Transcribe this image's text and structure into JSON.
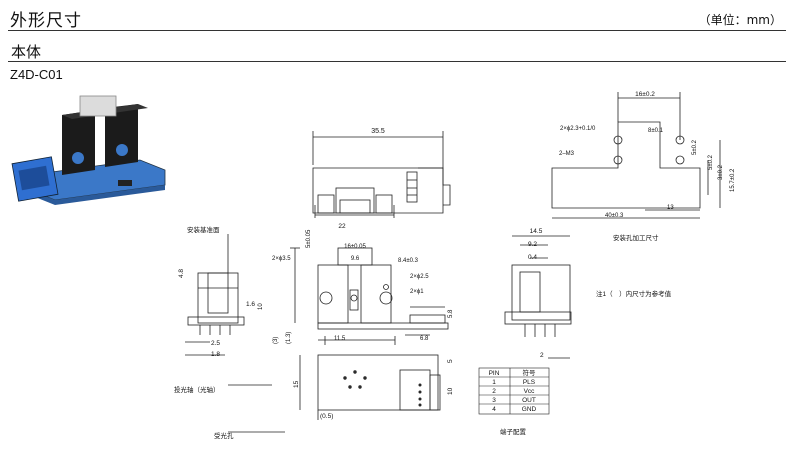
{
  "header": {
    "title": "外形尺寸",
    "unit": "（单位：mm）"
  },
  "section": {
    "title": "本体"
  },
  "model": {
    "name": "Z4D-C01"
  },
  "top_view": {
    "width_dim": "35.5"
  },
  "front_view": {
    "left_dims": [
      "4.8",
      "10",
      "2.5",
      "1.8",
      "(3)",
      "(1.3)",
      "1.6"
    ],
    "top_dims": [
      "2×ϕ3.5",
      "5±0.05",
      "16±0.05",
      "9.6",
      "8.4±0.3",
      "2×ϕ2.5",
      "2×ϕ1",
      "22"
    ],
    "bottom_dims": [
      "11.5",
      "6.8",
      "5.8"
    ],
    "callouts": {
      "mount_ref": "安装基准面",
      "emit_axis": "投光轴（光轴）",
      "recv_hole": "受光孔"
    }
  },
  "side_view": {
    "dims": [
      "14.5",
      "9.2",
      "0.4",
      "2"
    ]
  },
  "bottom_view": {
    "dims": [
      "15",
      "(0.5)",
      "10",
      "5"
    ]
  },
  "mounting": {
    "dims": [
      "16±0.2",
      "2×ϕ2.3+0.1/0",
      "8±0.1",
      "5±0.2",
      "2–M3",
      "5±0.2",
      "3±0.2",
      "15.7±0.2",
      "40±0.3",
      "13"
    ],
    "caption": "安装孔加工尺寸"
  },
  "note": "注1（　）内尺寸为参考值",
  "pin_table": {
    "headers": [
      "PIN",
      "符号"
    ],
    "rows": [
      [
        "1",
        "PLS"
      ],
      [
        "2",
        "Vcc"
      ],
      [
        "3",
        "OUT"
      ],
      [
        "4",
        "GND"
      ]
    ],
    "caption": "端子配置"
  }
}
